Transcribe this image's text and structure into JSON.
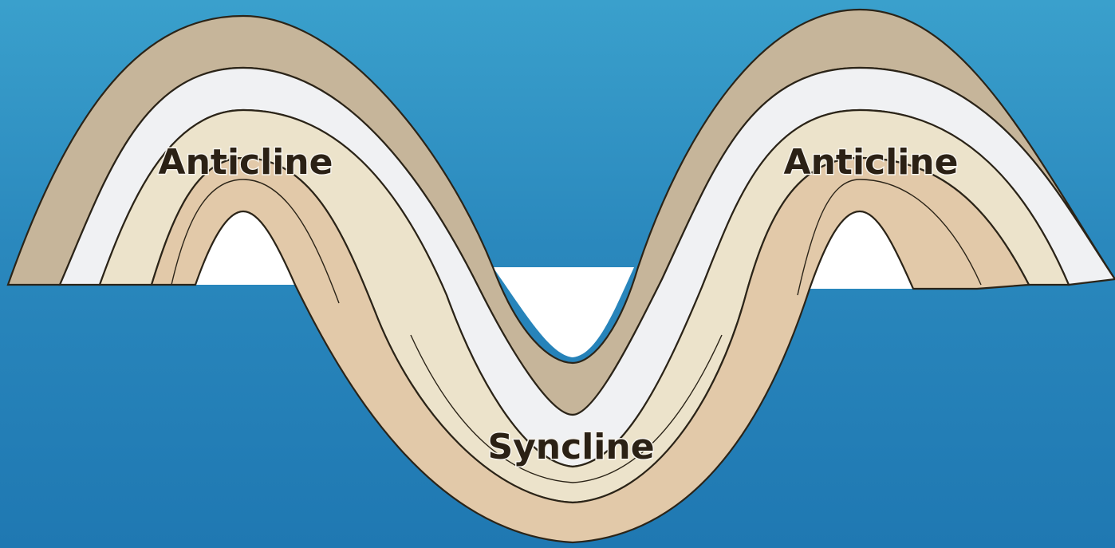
{
  "diagram": {
    "labels": {
      "anticline_left": "Anticline",
      "anticline_right": "Anticline",
      "syncline": "Syncline"
    },
    "colors": {
      "background_top": "#3aa0cc",
      "background_bottom": "#1f78b2",
      "outer_layer": "#c6b59a",
      "middle_layer": "#f0f1f3",
      "inner_layer": "#ece3cb",
      "core_layer": "#e2c9a9",
      "gap": "#ffffff",
      "outline": "#2b2418"
    }
  }
}
